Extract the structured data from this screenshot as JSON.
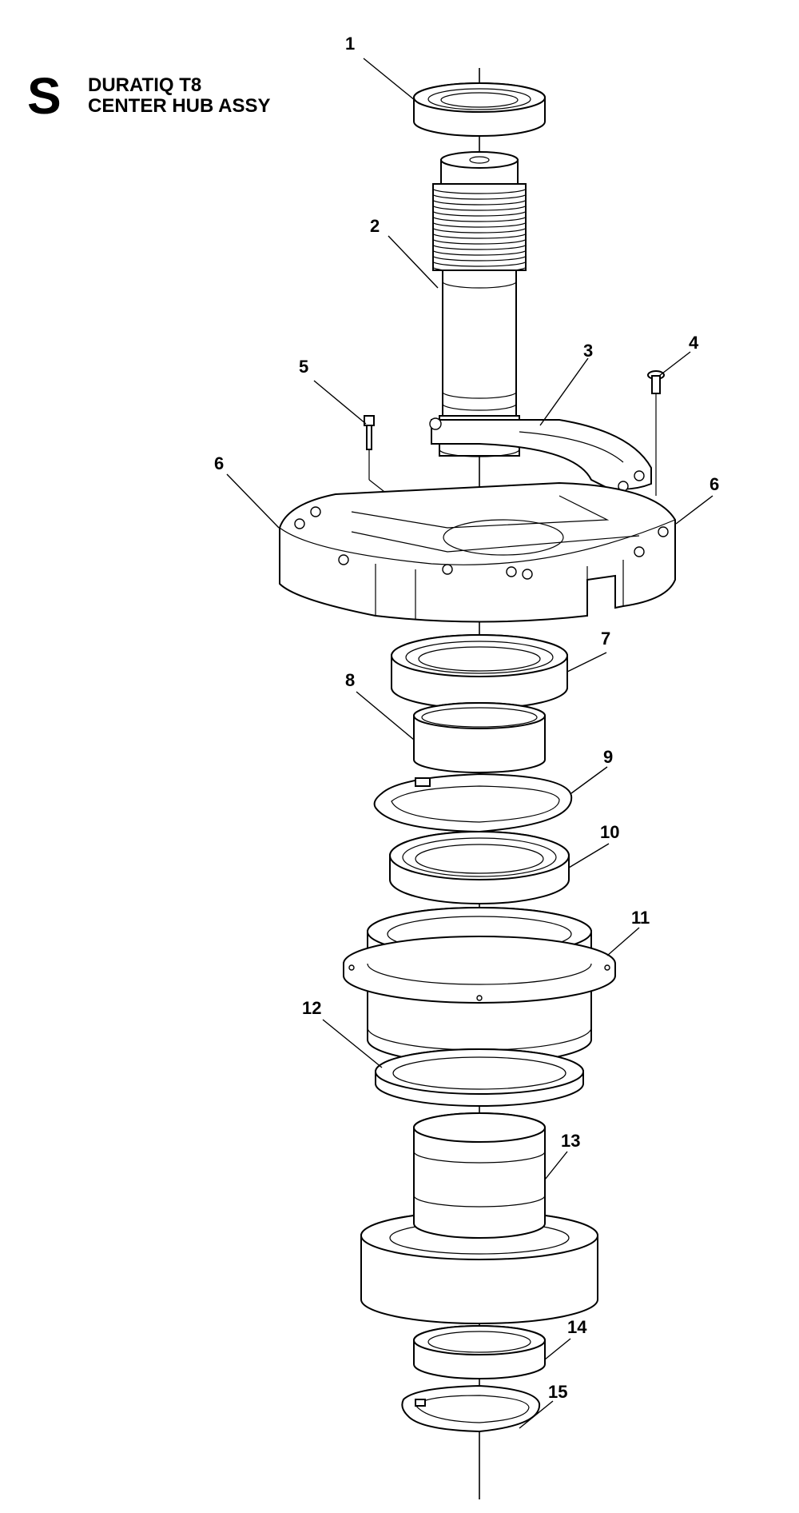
{
  "header": {
    "section_letter": "S",
    "title_line1": "DURATIQ T8",
    "title_line2": "CENTER HUB ASSY"
  },
  "callouts": [
    "1",
    "2",
    "3",
    "4",
    "5",
    "6",
    "6",
    "7",
    "8",
    "9",
    "10",
    "11",
    "12",
    "13",
    "14",
    "15"
  ]
}
